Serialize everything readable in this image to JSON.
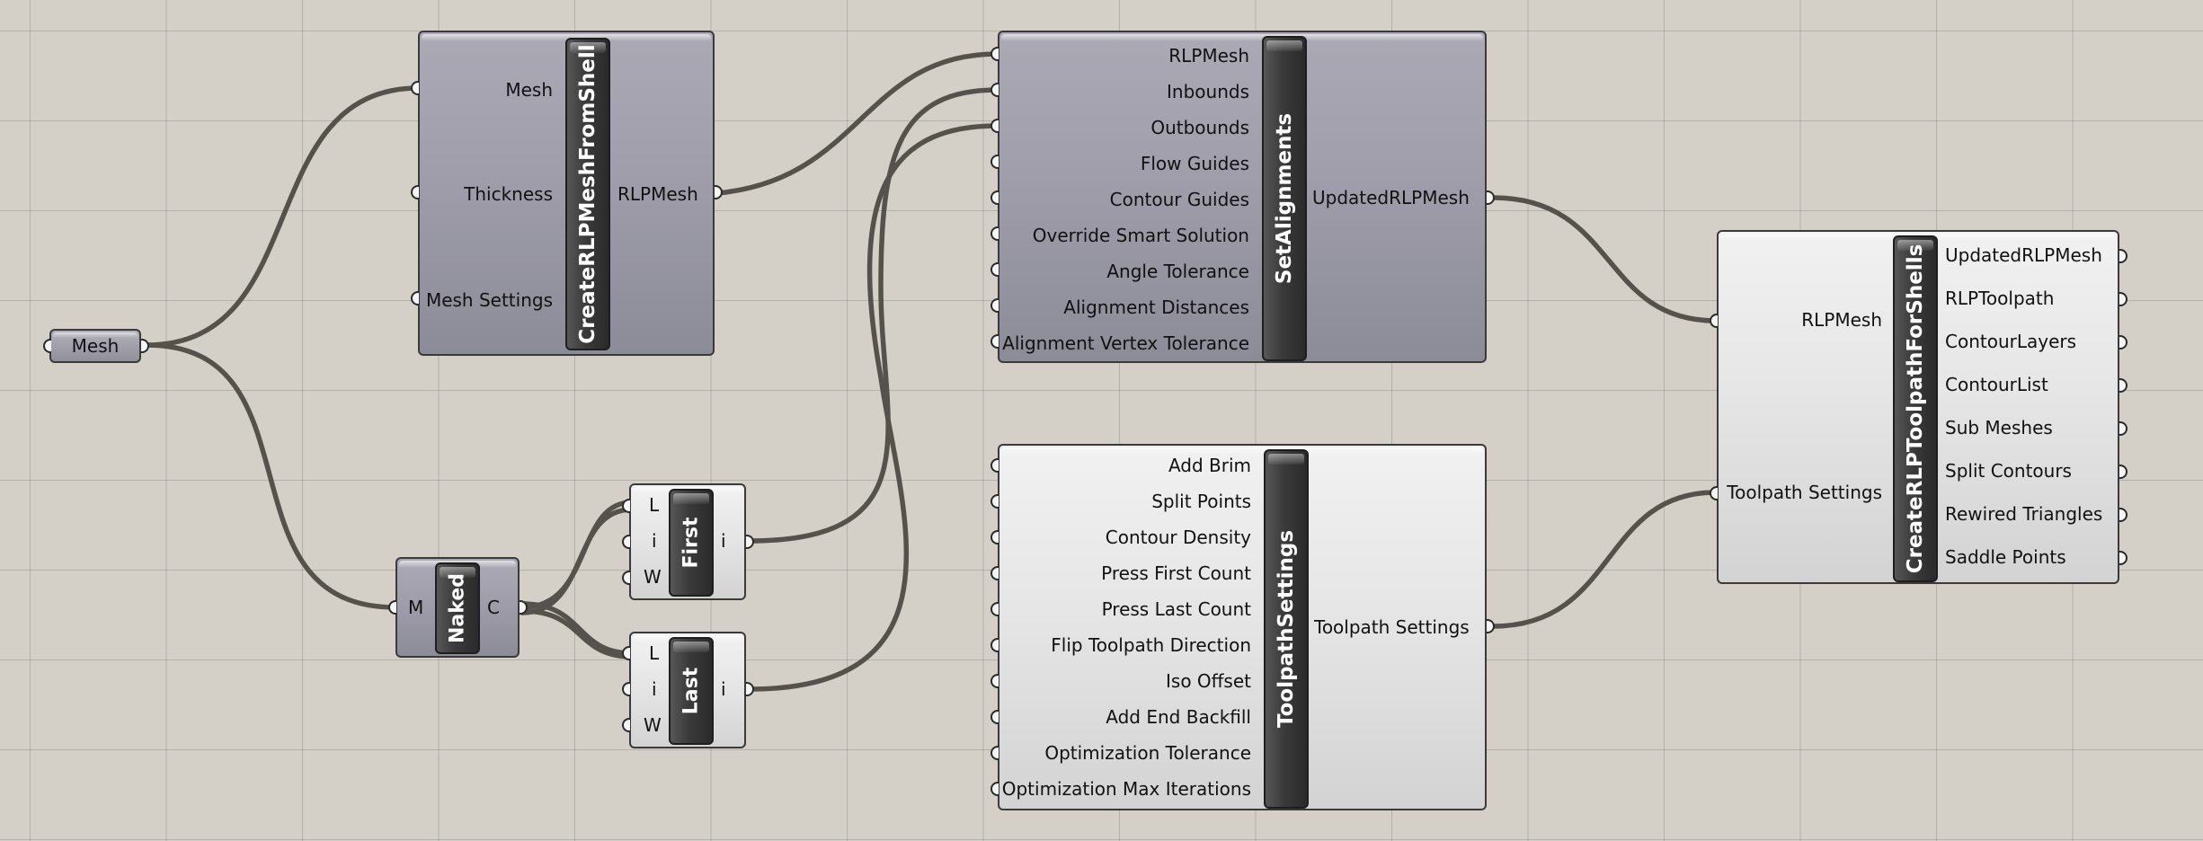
{
  "mesh_param": {
    "label": "Mesh"
  },
  "create_shell": {
    "title": "CreateRLPMeshFromShell",
    "inputs": [
      "Mesh",
      "Thickness",
      "Mesh Settings"
    ],
    "outputs": [
      "RLPMesh"
    ]
  },
  "naked": {
    "title": "Naked",
    "inputs": [
      "M"
    ],
    "outputs": [
      "C"
    ]
  },
  "first": {
    "title": "First",
    "inputs": [
      "L",
      "i",
      "W"
    ],
    "outputs": [
      "i"
    ]
  },
  "last": {
    "title": "Last",
    "inputs": [
      "L",
      "i",
      "W"
    ],
    "outputs": [
      "i"
    ]
  },
  "set_alignments": {
    "title": "SetAlignments",
    "inputs": [
      "RLPMesh",
      "Inbounds",
      "Outbounds",
      "Flow Guides",
      "Contour Guides",
      "Override Smart Solution",
      "Angle Tolerance",
      "Alignment Distances",
      "Alignment Vertex Tolerance"
    ],
    "outputs": [
      "UpdatedRLPMesh"
    ]
  },
  "toolpath_settings": {
    "title": "ToolpathSettings",
    "inputs": [
      "Add Brim",
      "Split Points",
      "Contour Density",
      "Press First Count",
      "Press Last Count",
      "Flip Toolpath Direction",
      "Iso Offset",
      "Add End Backfill",
      "Optimization Tolerance",
      "Optimization Max Iterations"
    ],
    "outputs": [
      "Toolpath Settings"
    ]
  },
  "create_toolpath": {
    "title": "CreateRLPToolpathForShells",
    "inputs": [
      "RLPMesh",
      "Toolpath Settings"
    ],
    "outputs": [
      "UpdatedRLPMesh",
      "RLPToolpath",
      "ContourLayers",
      "ContourList",
      "Sub Meshes",
      "Split Contours",
      "Rewired Triangles",
      "Saddle Points"
    ]
  }
}
